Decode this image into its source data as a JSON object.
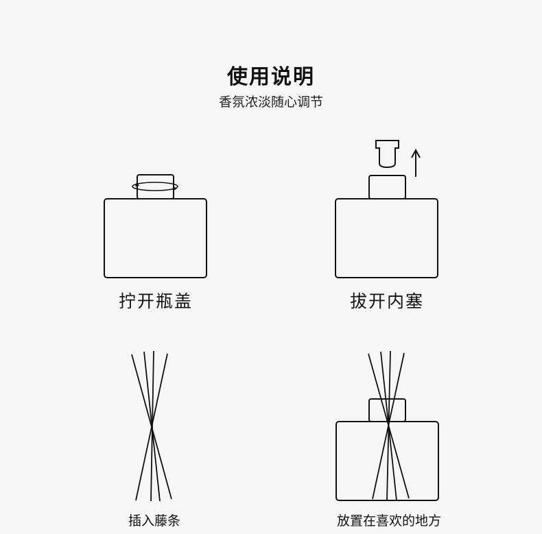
{
  "header": {
    "title": "使用说明",
    "subtitle": "香氛浓淡随心调节"
  },
  "steps": [
    {
      "label": "拧开瓶盖",
      "icon": "bottle-twist-cap-icon"
    },
    {
      "label": "拔开内塞",
      "icon": "bottle-remove-stopper-icon"
    },
    {
      "label": "插入藤条",
      "icon": "reed-sticks-icon"
    },
    {
      "label": "放置在喜欢的地方",
      "icon": "bottle-with-reeds-icon"
    }
  ],
  "colors": {
    "background": "#f6f6f6",
    "line": "#111111"
  }
}
